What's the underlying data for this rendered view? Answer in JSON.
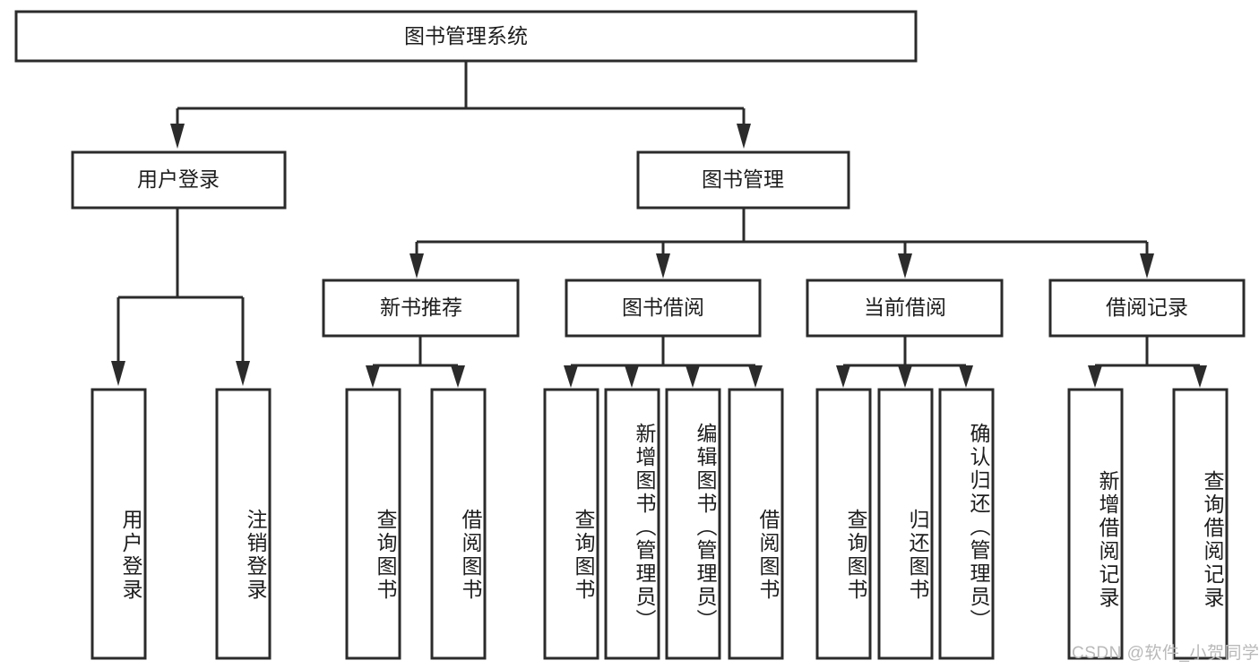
{
  "diagram": {
    "type": "tree",
    "title": "图书管理系统",
    "root": {
      "id": "root",
      "label": "图书管理系统",
      "orientation": "horizontal"
    },
    "level2": [
      {
        "id": "user-login",
        "label": "用户登录",
        "orientation": "horizontal"
      },
      {
        "id": "book-management",
        "label": "图书管理",
        "orientation": "horizontal"
      }
    ],
    "level3": [
      {
        "id": "new-book-recommend",
        "label": "新书推荐",
        "orientation": "horizontal"
      },
      {
        "id": "book-borrow",
        "label": "图书借阅",
        "orientation": "horizontal"
      },
      {
        "id": "current-borrow",
        "label": "当前借阅",
        "orientation": "horizontal"
      },
      {
        "id": "borrow-record",
        "label": "借阅记录",
        "orientation": "horizontal"
      }
    ],
    "leaves": [
      {
        "id": "leaf-user-login",
        "label": "用户登录",
        "parent": "user-login",
        "orientation": "vertical"
      },
      {
        "id": "leaf-logout-login",
        "label": "注销登录",
        "parent": "user-login",
        "orientation": "vertical"
      },
      {
        "id": "leaf-query-book-1",
        "label": "查询图书",
        "parent": "new-book-recommend",
        "orientation": "vertical"
      },
      {
        "id": "leaf-borrow-book-1",
        "label": "借阅图书",
        "parent": "new-book-recommend",
        "orientation": "vertical"
      },
      {
        "id": "leaf-query-book-2",
        "label": "查询图书",
        "parent": "book-borrow",
        "orientation": "vertical"
      },
      {
        "id": "leaf-add-book",
        "label": "新增图书（管理员）",
        "parent": "book-borrow",
        "orientation": "vertical"
      },
      {
        "id": "leaf-edit-book",
        "label": "编辑图书（管理员）",
        "parent": "book-borrow",
        "orientation": "vertical"
      },
      {
        "id": "leaf-borrow-book-2",
        "label": "借阅图书",
        "parent": "book-borrow",
        "orientation": "vertical"
      },
      {
        "id": "leaf-query-book-3",
        "label": "查询图书",
        "parent": "current-borrow",
        "orientation": "vertical"
      },
      {
        "id": "leaf-return-book",
        "label": "归还图书",
        "parent": "current-borrow",
        "orientation": "vertical"
      },
      {
        "id": "leaf-confirm-return",
        "label": "确认归还（管理员）",
        "parent": "current-borrow",
        "orientation": "vertical"
      },
      {
        "id": "leaf-add-record",
        "label": "新增借阅记录",
        "parent": "borrow-record",
        "orientation": "vertical"
      },
      {
        "id": "leaf-query-record",
        "label": "查询借阅记录",
        "parent": "borrow-record",
        "orientation": "vertical"
      }
    ],
    "colors": {
      "box_fill": "#ffffff",
      "box_stroke": "#2b2b2b",
      "text": "#1d1d1d",
      "background": "#ffffff",
      "watermark": "#b9b9b9"
    }
  },
  "watermark": {
    "text": "CSDN @软件_小贺同学"
  }
}
